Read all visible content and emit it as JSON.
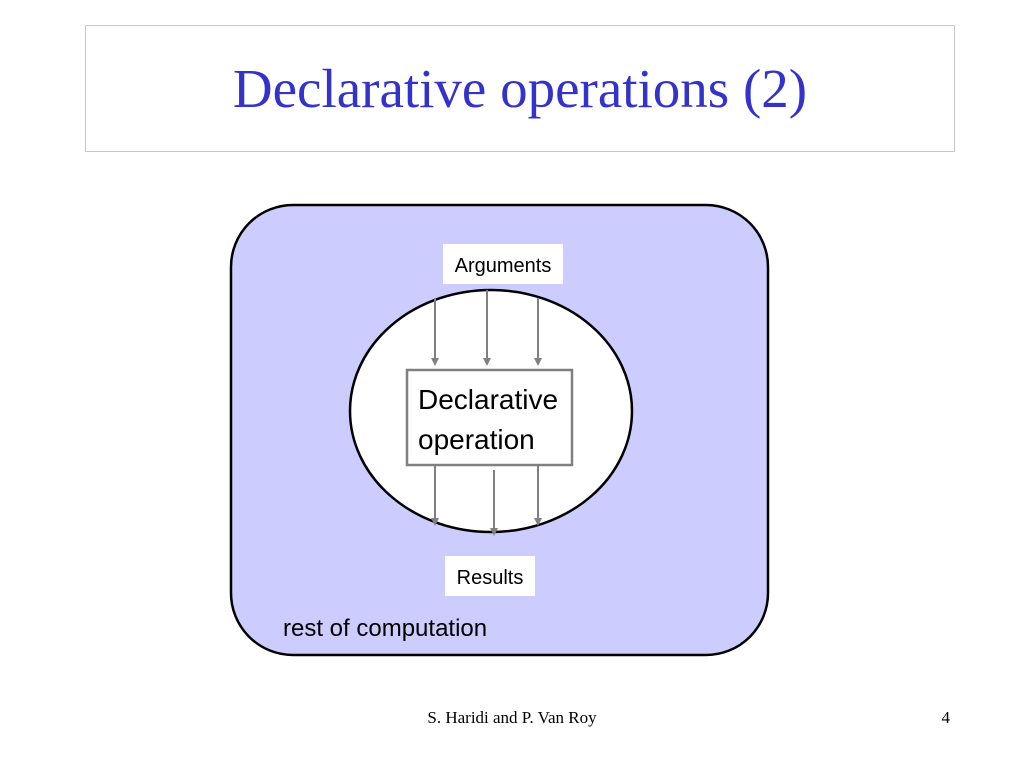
{
  "slide": {
    "title": "Declarative operations (2)",
    "footer_author": "S. Haridi and P. Van Roy",
    "page_number": "4"
  },
  "diagram": {
    "outer_label": "rest of computation",
    "arguments_label": "Arguments",
    "results_label": "Results",
    "operation_line1": "Declarative",
    "operation_line2": "operation",
    "colors": {
      "outer_fill": "#ccccff",
      "outline": "#000000",
      "box_border": "#808080",
      "arrow": "#808080",
      "title": "#3333cc"
    }
  }
}
